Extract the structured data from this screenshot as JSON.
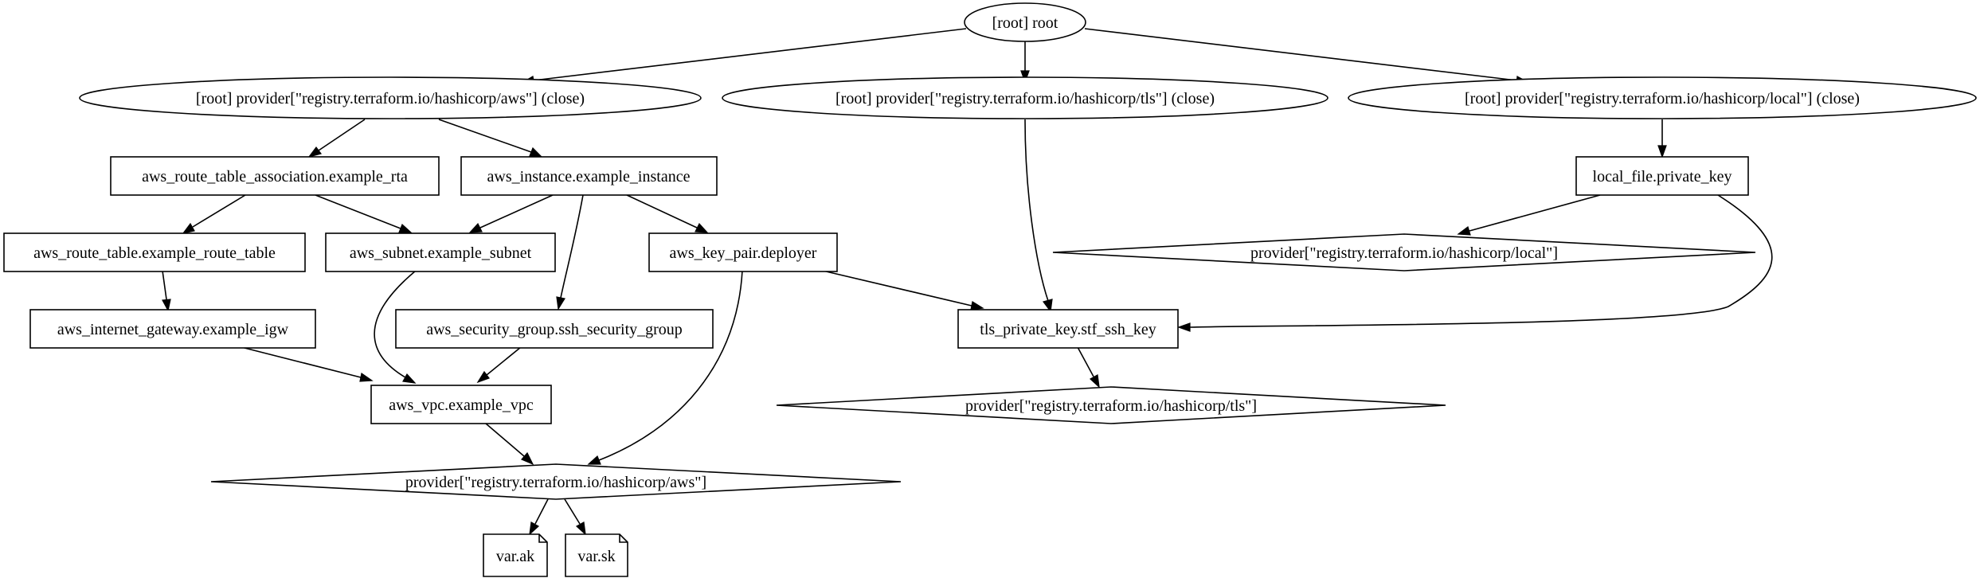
{
  "diagram": {
    "nodes": {
      "root": {
        "label": "[root] root",
        "shape": "ellipse"
      },
      "provider_aws_close": {
        "label": "[root] provider[\"registry.terraform.io/hashicorp/aws\"] (close)",
        "shape": "ellipse"
      },
      "provider_tls_close": {
        "label": "[root] provider[\"registry.terraform.io/hashicorp/tls\"] (close)",
        "shape": "ellipse"
      },
      "provider_local_close": {
        "label": "[root] provider[\"registry.terraform.io/hashicorp/local\"] (close)",
        "shape": "ellipse"
      },
      "rta": {
        "label": "aws_route_table_association.example_rta",
        "shape": "box"
      },
      "instance": {
        "label": "aws_instance.example_instance",
        "shape": "box"
      },
      "local_file": {
        "label": "local_file.private_key",
        "shape": "box"
      },
      "route_table": {
        "label": "aws_route_table.example_route_table",
        "shape": "box"
      },
      "subnet": {
        "label": "aws_subnet.example_subnet",
        "shape": "box"
      },
      "key_pair": {
        "label": "aws_key_pair.deployer",
        "shape": "box"
      },
      "provider_local": {
        "label": "provider[\"registry.terraform.io/hashicorp/local\"]",
        "shape": "diamond"
      },
      "igw": {
        "label": "aws_internet_gateway.example_igw",
        "shape": "box"
      },
      "sg": {
        "label": "aws_security_group.ssh_security_group",
        "shape": "box"
      },
      "tls_key": {
        "label": "tls_private_key.stf_ssh_key",
        "shape": "box"
      },
      "vpc": {
        "label": "aws_vpc.example_vpc",
        "shape": "box"
      },
      "provider_tls": {
        "label": "provider[\"registry.terraform.io/hashicorp/tls\"]",
        "shape": "diamond"
      },
      "provider_aws": {
        "label": "provider[\"registry.terraform.io/hashicorp/aws\"]",
        "shape": "diamond"
      },
      "var_ak": {
        "label": "var.ak",
        "shape": "note"
      },
      "var_sk": {
        "label": "var.sk",
        "shape": "note"
      }
    },
    "edges": [
      {
        "from": "root",
        "to": "provider_aws_close"
      },
      {
        "from": "root",
        "to": "provider_tls_close"
      },
      {
        "from": "root",
        "to": "provider_local_close"
      },
      {
        "from": "provider_aws_close",
        "to": "rta"
      },
      {
        "from": "provider_aws_close",
        "to": "instance"
      },
      {
        "from": "provider_local_close",
        "to": "local_file"
      },
      {
        "from": "provider_tls_close",
        "to": "tls_key"
      },
      {
        "from": "rta",
        "to": "route_table"
      },
      {
        "from": "rta",
        "to": "subnet"
      },
      {
        "from": "instance",
        "to": "subnet"
      },
      {
        "from": "instance",
        "to": "key_pair"
      },
      {
        "from": "instance",
        "to": "sg"
      },
      {
        "from": "local_file",
        "to": "provider_local"
      },
      {
        "from": "local_file",
        "to": "tls_key"
      },
      {
        "from": "route_table",
        "to": "igw"
      },
      {
        "from": "key_pair",
        "to": "tls_key"
      },
      {
        "from": "key_pair",
        "to": "provider_aws"
      },
      {
        "from": "subnet",
        "to": "vpc"
      },
      {
        "from": "igw",
        "to": "vpc"
      },
      {
        "from": "sg",
        "to": "vpc"
      },
      {
        "from": "tls_key",
        "to": "provider_tls"
      },
      {
        "from": "vpc",
        "to": "provider_aws"
      },
      {
        "from": "provider_aws",
        "to": "var_ak"
      },
      {
        "from": "provider_aws",
        "to": "var_sk"
      }
    ]
  }
}
